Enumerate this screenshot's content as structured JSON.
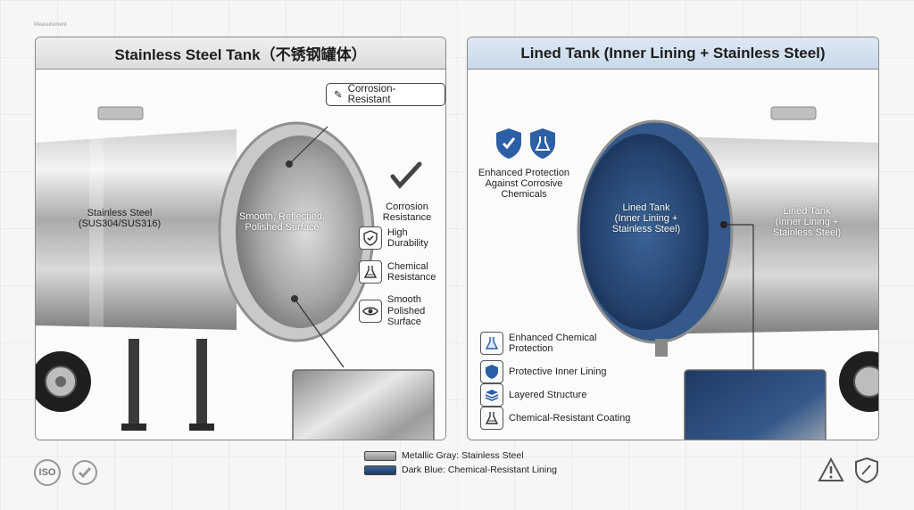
{
  "measurement_label": "Measurement",
  "left_panel": {
    "title": "Stainless Steel Tank（不锈钢罐体）",
    "material_label": "Stainless Steel\n(SUS304/SUS316)",
    "surface_label": "Smooth, Reflectied,\nPolished Surface",
    "callout": "Corrosion-Resistant",
    "check_label": "Corrosion\nResistance",
    "features": [
      {
        "icon": "shield-check-icon",
        "label": "High\nDurability"
      },
      {
        "icon": "flask-icon",
        "label": "Chemical\nResistance"
      },
      {
        "icon": "eye-icon",
        "label": "Smooth\nPolished\nSurface"
      }
    ]
  },
  "right_panel": {
    "title": "Lined Tank (Inner Lining + Stainless Steel)",
    "badge_label": "Enhanced Protection\nAgainst Corrosive\nChemicals",
    "inner_label": "Lined Tank\n(Inner Lining +\nStainless Steel)",
    "outer_label": "Lined Tank\n(Inner Lining +\nStainless Steel)",
    "features": [
      {
        "icon": "flask-shield-icon",
        "label": "Enhanced Chemical\nProtection"
      },
      {
        "icon": "shield-icon",
        "label": "Protective Inner Lining"
      },
      {
        "icon": "layers-icon",
        "label": "Layered Structure"
      },
      {
        "icon": "flask-icon",
        "label": "Chemical-Resistant Coating"
      }
    ]
  },
  "legend": [
    {
      "label": "Metallic Gray: Stainless Steel",
      "color": "#9a9a9a"
    },
    {
      "label": "Dark Blue: Chemical-Resistant Lining",
      "color": "#2d4f7e"
    }
  ],
  "footer_left": {
    "iso": "ISO"
  }
}
